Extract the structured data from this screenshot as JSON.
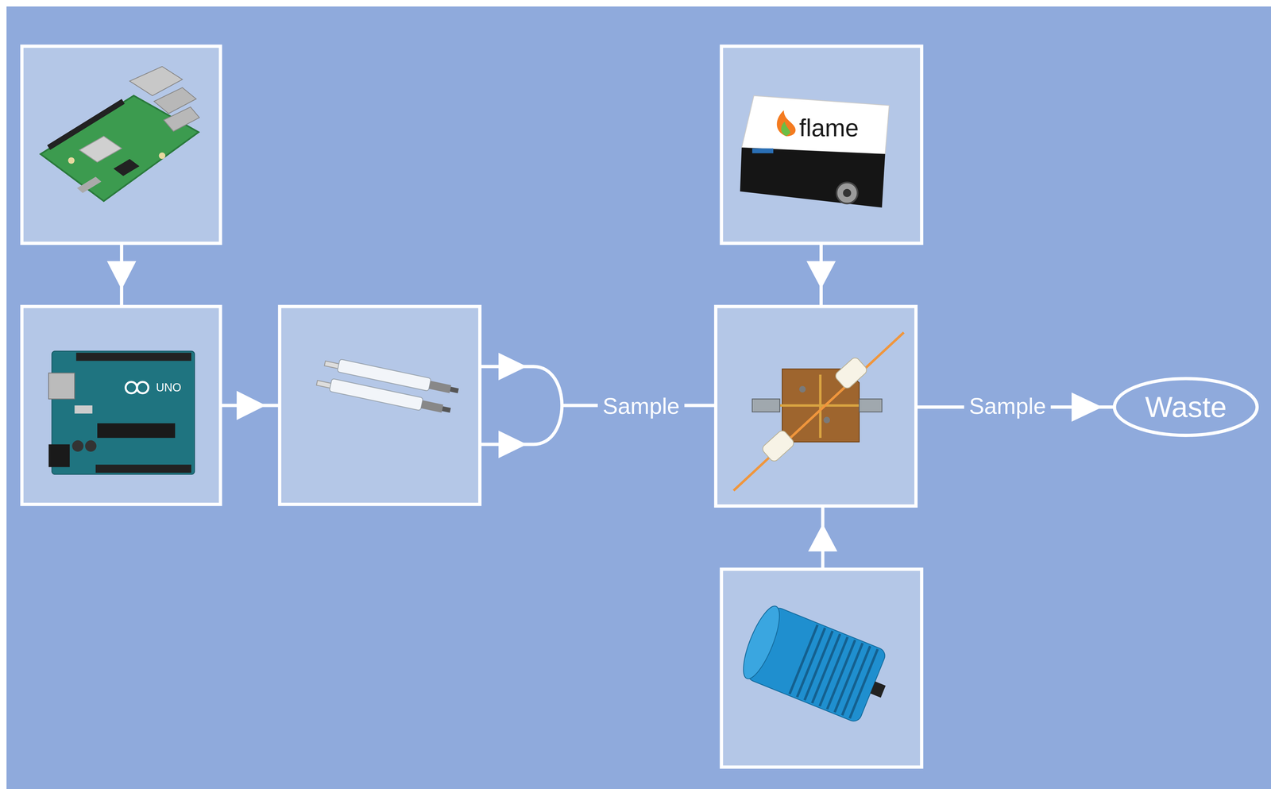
{
  "diagram": {
    "nodes": [
      {
        "text": [
          "Waste"
        ]
      }
    ],
    "edges": [],
    "labels": [
      "flame",
      "UNO",
      "Sample",
      "Sample"
    ]
  }
}
